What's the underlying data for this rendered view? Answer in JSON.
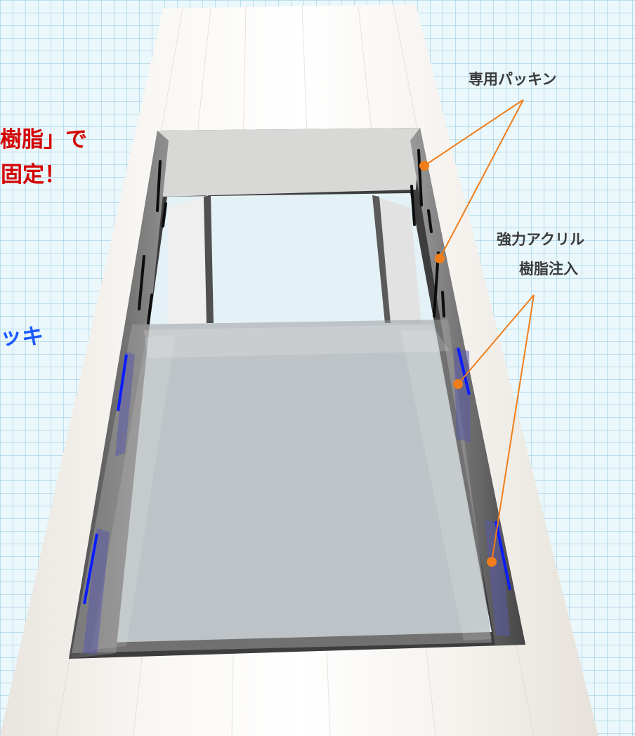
{
  "left_heading_red": {
    "line1": "樹脂」で",
    "line2": "固定！"
  },
  "left_heading_blue": "ッキ",
  "callouts": {
    "packing": "専用パッキン",
    "resin_line1": "強力アクリル",
    "resin_line2": "樹脂注入"
  },
  "colors": {
    "leader": "#f07d1a",
    "heading_red": "#d40000",
    "heading_blue": "#1a58ff",
    "resin": "#0b1cff",
    "packing": "#0d0d0d"
  }
}
